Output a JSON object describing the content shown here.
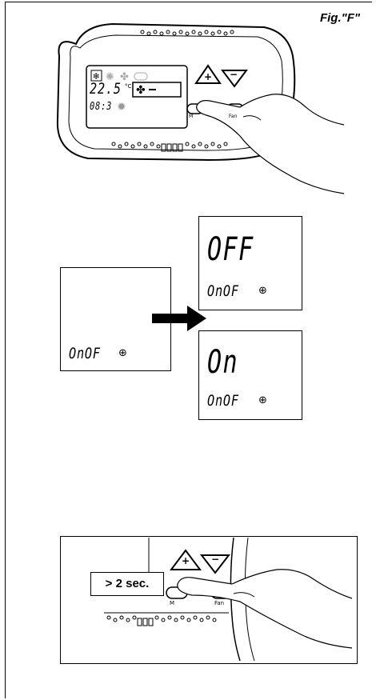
{
  "figure_label": "Fig.\"F\"",
  "top_device": {
    "temperature": "22.5",
    "unit": "°C",
    "time": "08:3",
    "button_mode": "M",
    "button_fan": "Fan",
    "plus": "+",
    "minus": "−"
  },
  "screens": {
    "left": {
      "line2": "OnOF"
    },
    "off": {
      "line1": "OFF",
      "line2": "OnOF"
    },
    "on": {
      "line1": "On",
      "line2": "OnOF"
    }
  },
  "bottom_device": {
    "callout": "> 2 sec.",
    "button_mode": "M",
    "button_fan": "Fan",
    "plus": "+",
    "minus": "−"
  },
  "icons": [
    "snowflake-icon",
    "sun-icon",
    "fan-icon",
    "clock-icon",
    "arrow-right-icon",
    "hand-icon"
  ]
}
